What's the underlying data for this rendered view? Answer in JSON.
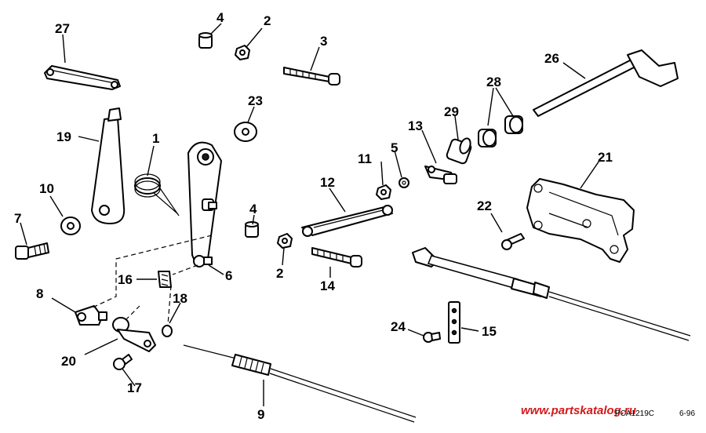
{
  "diagram": {
    "callouts": [
      "1",
      "2",
      "2",
      "3",
      "4",
      "4",
      "5",
      "6",
      "7",
      "8",
      "9",
      "10",
      "11",
      "12",
      "13",
      "14",
      "15",
      "16",
      "17",
      "18",
      "19",
      "20",
      "21",
      "22",
      "23",
      "24",
      "26",
      "27",
      "28",
      "29"
    ],
    "figure_code": "PCA1219C",
    "figure_date": "6-96",
    "watermark": "www.partskatalog.ru"
  }
}
